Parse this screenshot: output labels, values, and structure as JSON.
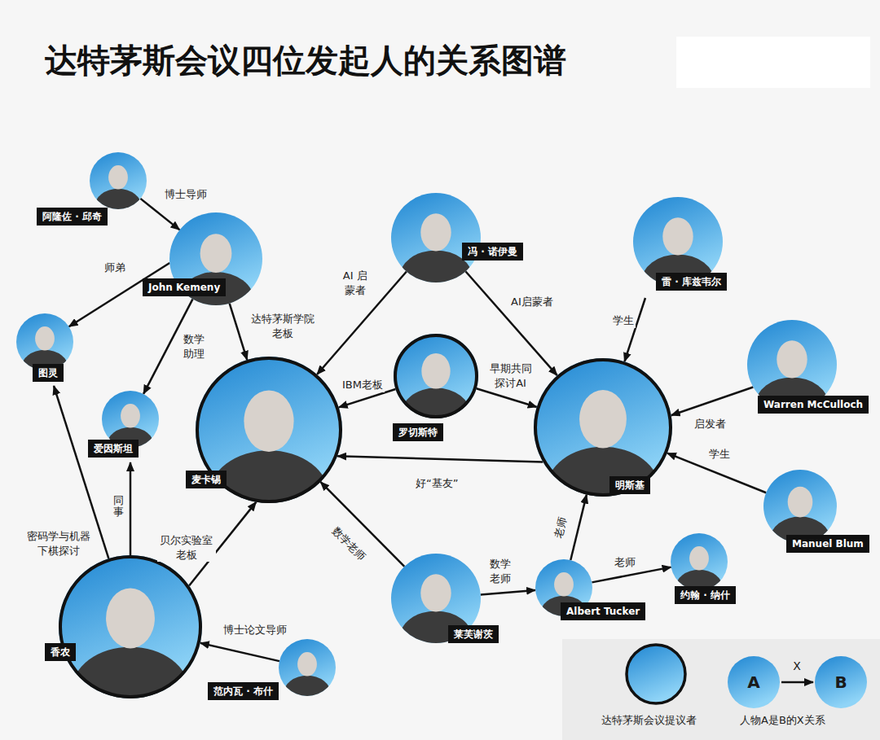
{
  "diagram": {
    "title": "达特茅斯会议四位发起人的关系图谱",
    "nodes": [
      {
        "text": [
          "阿隆佐 · 邱奇"
        ]
      },
      {
        "text": [
          "John Kemeny"
        ]
      },
      {
        "text": [
          "冯 · 诺伊曼"
        ]
      },
      {
        "text": [
          "雷 · 库兹韦尔"
        ]
      },
      {
        "text": [
          "图灵"
        ]
      },
      {
        "text": [
          "爱因斯坦"
        ]
      },
      {
        "text": [
          "麦卡锡"
        ]
      },
      {
        "text": [
          "罗切斯特"
        ]
      },
      {
        "text": [
          "明斯基"
        ]
      },
      {
        "text": [
          "Warren McCulloch"
        ]
      },
      {
        "text": [
          "Manuel Blum"
        ]
      },
      {
        "text": [
          "香农"
        ]
      },
      {
        "text": [
          "范内瓦 · 布什"
        ]
      },
      {
        "text": [
          "莱芙谢茨"
        ]
      },
      {
        "text": [
          "Albert Tucker"
        ]
      },
      {
        "text": [
          "约翰 · 纳什"
        ]
      }
    ],
    "edges": [
      {
        "from": 0,
        "to": 1,
        "arrow": "to",
        "label": "博士导师"
      },
      {
        "from": 1,
        "to": 4,
        "arrow": "to",
        "label": "师弟"
      },
      {
        "from": 1,
        "to": 5,
        "arrow": "to",
        "label": "数学助理"
      },
      {
        "from": 1,
        "to": 6,
        "arrow": "to",
        "label": "达特茅斯学院老板"
      },
      {
        "from": 2,
        "to": 6,
        "arrow": "to",
        "label": "AI 启蒙者"
      },
      {
        "from": 2,
        "to": 8,
        "arrow": "to",
        "label": "AI启蒙者"
      },
      {
        "from": 3,
        "to": 8,
        "arrow": "to",
        "label": "学生"
      },
      {
        "from": 7,
        "to": 6,
        "arrow": "to",
        "label": "IBM老板"
      },
      {
        "from": 7,
        "to": 8,
        "arrow": "to",
        "label": "早期共同探讨AI"
      },
      {
        "from": 9,
        "to": 8,
        "arrow": "to",
        "label": "启发者"
      },
      {
        "from": 8,
        "to": 6,
        "arrow": "to",
        "label": "好“基友”"
      },
      {
        "from": 10,
        "to": 8,
        "arrow": "to",
        "label": "学生"
      },
      {
        "from": 11,
        "to": 4,
        "arrow": "to",
        "label": "密码学与机器下棋探讨"
      },
      {
        "from": 11,
        "to": 5,
        "arrow": "to",
        "label": "同事"
      },
      {
        "from": 11,
        "to": 6,
        "arrow": "to",
        "label": "贝尔实验室老板"
      },
      {
        "from": 12,
        "to": 11,
        "arrow": "to",
        "label": "博士论文导师"
      },
      {
        "from": 13,
        "to": 6,
        "arrow": "to",
        "label": "数学老师"
      },
      {
        "from": 13,
        "to": 14,
        "arrow": "to",
        "label": "数学老师"
      },
      {
        "from": 14,
        "to": 8,
        "arrow": "to",
        "label": "老师"
      },
      {
        "from": 14,
        "to": 15,
        "arrow": "to",
        "label": "老师"
      }
    ],
    "labels": [
      "A",
      "X",
      "B"
    ],
    "legend": [
      {
        "text": "达特茅斯会议提议者"
      },
      {
        "text": "人物A是B的X关系"
      }
    ]
  }
}
